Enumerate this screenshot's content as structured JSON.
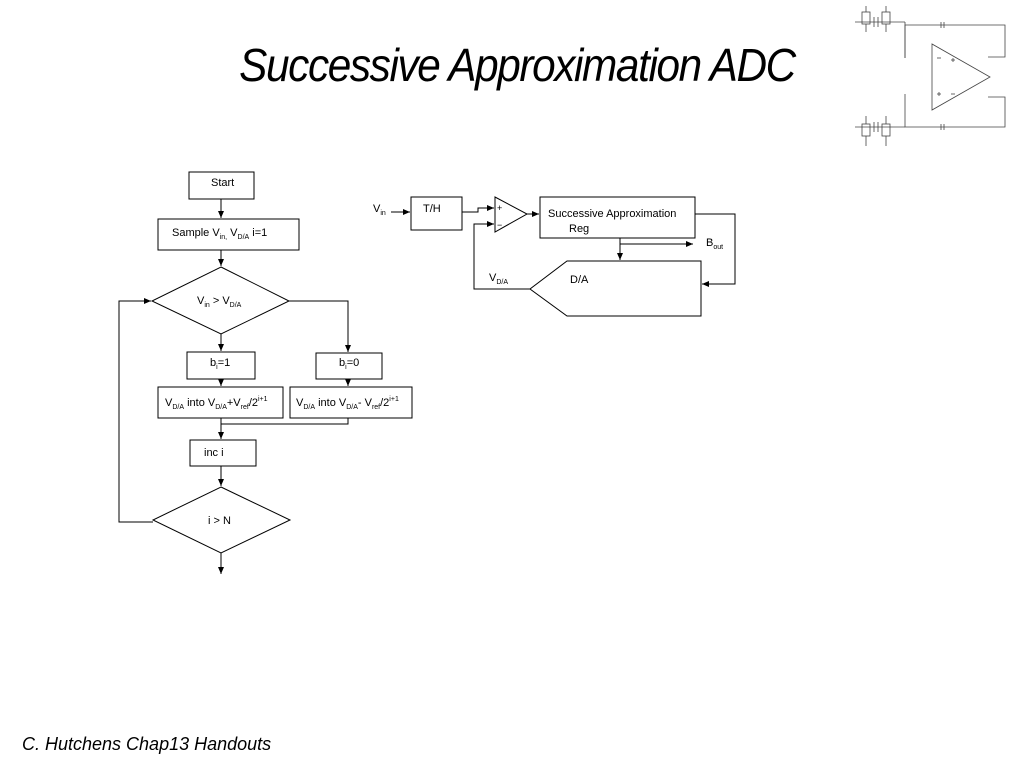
{
  "slide": {
    "title": "Successive Approximation ADC",
    "footer": "C. Hutchens Chap13 Handouts"
  },
  "flowchart": {
    "start": "Start",
    "sample": {
      "text": "Sample V",
      "s1": "in,",
      "mid": " V",
      "s2": "D/A",
      "tail": "  i=1"
    },
    "decision1": {
      "v": "V",
      "s1": "in",
      "gt": " > V",
      "s2": "D/A"
    },
    "b1": {
      "b": "b",
      "s": "i",
      "val": "=1"
    },
    "b0": {
      "b": "b",
      "s": "i",
      "val": "=0"
    },
    "update_plus": {
      "v": "V",
      "s1": "D/A",
      "into": " into  V",
      "s2": "D/A",
      "op": "+V",
      "s3": "ref",
      "div": "/2",
      "sup": "i+1"
    },
    "update_minus": {
      "v": "V",
      "s1": "D/A",
      "into": " into  V",
      "s2": "D/A",
      "op": "- V",
      "s3": "ref",
      "div": "/2",
      "sup": "i+1"
    },
    "inc": "inc i",
    "decision2": "i  > N"
  },
  "block_diagram": {
    "vin": {
      "v": "V",
      "s": "in"
    },
    "th": "T/H",
    "plus": "+",
    "minus": "−",
    "sar_line1": "Successive Approximation",
    "sar_line2": "Reg",
    "bout": {
      "b": "B",
      "s": "out"
    },
    "dac": "D/A",
    "vda": {
      "v": "V",
      "s": "D/A"
    }
  }
}
